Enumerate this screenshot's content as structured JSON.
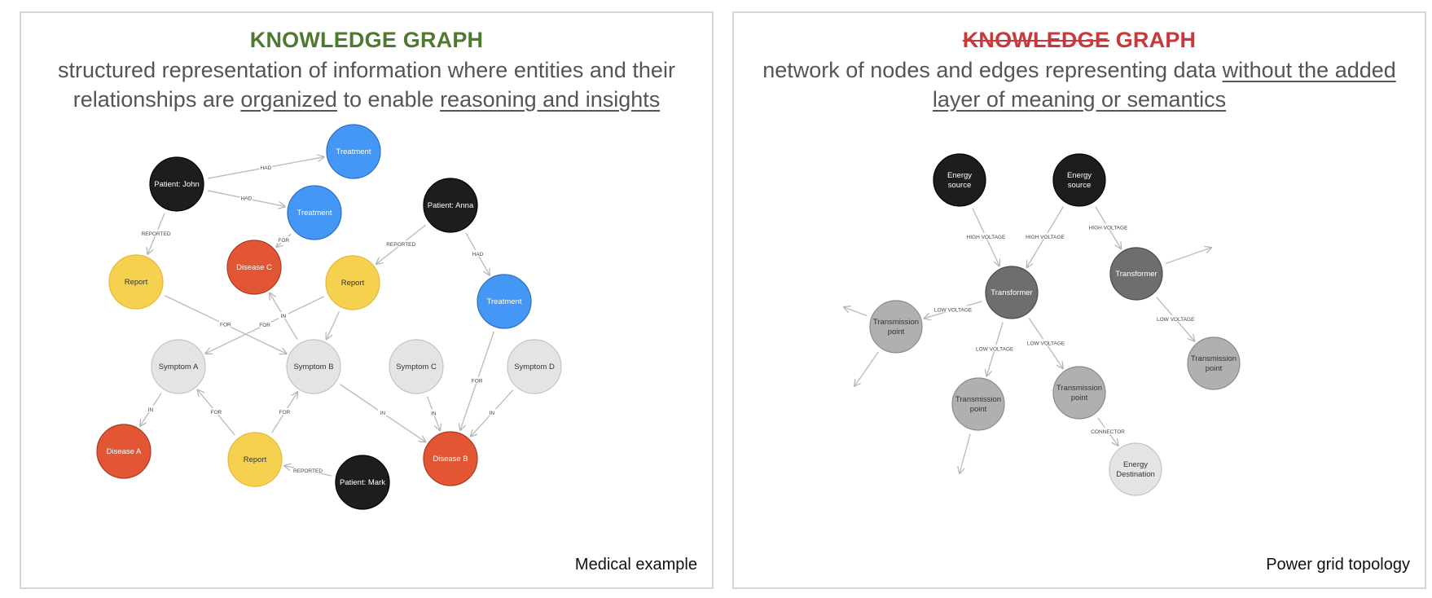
{
  "left": {
    "title": "KNOWLEDGE GRAPH",
    "desc_1": "structured representation of information where entities and their relationships are ",
    "desc_u1": "organized",
    "desc_2": " to enable ",
    "desc_u2": "reasoning and insights",
    "caption": "Medical example",
    "nodes": [
      {
        "id": "john",
        "label": "Patient: John",
        "kind": "patient"
      },
      {
        "id": "t1",
        "label": "Treatment",
        "kind": "treatment"
      },
      {
        "id": "t2",
        "label": "Treatment",
        "kind": "treatment"
      },
      {
        "id": "anna",
        "label": "Patient: Anna",
        "kind": "patient"
      },
      {
        "id": "r1",
        "label": "Report",
        "kind": "report"
      },
      {
        "id": "dc",
        "label": "Disease C",
        "kind": "disease"
      },
      {
        "id": "r2",
        "label": "Report",
        "kind": "report"
      },
      {
        "id": "t3",
        "label": "Treatment",
        "kind": "treatment"
      },
      {
        "id": "sa",
        "label": "Symptom A",
        "kind": "symptom"
      },
      {
        "id": "sb",
        "label": "Symptom B",
        "kind": "symptom"
      },
      {
        "id": "sc",
        "label": "Symptom C",
        "kind": "symptom"
      },
      {
        "id": "sd",
        "label": "Symptom D",
        "kind": "symptom"
      },
      {
        "id": "da",
        "label": "Disease A",
        "kind": "disease"
      },
      {
        "id": "r3",
        "label": "Report",
        "kind": "report"
      },
      {
        "id": "mark",
        "label": "Patient: Mark",
        "kind": "patient"
      },
      {
        "id": "db",
        "label": "Disease B",
        "kind": "disease"
      }
    ],
    "edges": [
      {
        "from": "john",
        "to": "t1",
        "label": "HAD"
      },
      {
        "from": "john",
        "to": "t2",
        "label": "HAD"
      },
      {
        "from": "john",
        "to": "r1",
        "label": "REPORTED"
      },
      {
        "from": "t2",
        "to": "dc",
        "label": "FOR"
      },
      {
        "from": "anna",
        "to": "r2",
        "label": "REPORTED"
      },
      {
        "from": "anna",
        "to": "t3",
        "label": "HAD"
      },
      {
        "from": "r1",
        "to": "sb",
        "label": "FOR"
      },
      {
        "from": "r2",
        "to": "sa",
        "label": "FOR"
      },
      {
        "from": "r2",
        "to": "sb",
        "label": ""
      },
      {
        "from": "sb",
        "to": "dc",
        "label": "IN"
      },
      {
        "from": "t3",
        "to": "db",
        "label": "FOR"
      },
      {
        "from": "sa",
        "to": "da",
        "label": "IN"
      },
      {
        "from": "r3",
        "to": "sa",
        "label": "FOR"
      },
      {
        "from": "r3",
        "to": "sb",
        "label": "FOR"
      },
      {
        "from": "sb",
        "to": "db",
        "label": "IN"
      },
      {
        "from": "sc",
        "to": "db",
        "label": "IN"
      },
      {
        "from": "sd",
        "to": "db",
        "label": "IN"
      },
      {
        "from": "mark",
        "to": "r3",
        "label": "REPORTED"
      }
    ]
  },
  "right": {
    "title_struck": "KNOWLEDGE",
    "title_rest": "GRAPH",
    "desc_1": "network of nodes and edges representing data ",
    "desc_u1": "without the added layer of meaning or semantics",
    "caption": "Power grid topology",
    "nodes": [
      {
        "id": "es1",
        "label": "Energy\nsource",
        "kind": "source"
      },
      {
        "id": "es2",
        "label": "Energy\nsource",
        "kind": "source"
      },
      {
        "id": "tr1",
        "label": "Transformer",
        "kind": "transformer"
      },
      {
        "id": "tr2",
        "label": "Transformer",
        "kind": "transformer"
      },
      {
        "id": "tp1",
        "label": "Transmission\npoint",
        "kind": "point"
      },
      {
        "id": "tp2",
        "label": "Transmission\npoint",
        "kind": "point"
      },
      {
        "id": "tp3",
        "label": "Transmission\npoint",
        "kind": "point"
      },
      {
        "id": "tp4",
        "label": "Transmission\npoint",
        "kind": "point"
      },
      {
        "id": "ed",
        "label": "Energy\nDestination",
        "kind": "destination"
      }
    ],
    "edges": [
      {
        "from": "es1",
        "to": "tr1",
        "label": "HIGH VOLTAGE"
      },
      {
        "from": "es2",
        "to": "tr1",
        "label": "HIGH VOLTAGE"
      },
      {
        "from": "es2",
        "to": "tr2",
        "label": "HIGH VOLTAGE"
      },
      {
        "from": "tr1",
        "to": "tp1",
        "label": "LOW VOLTAGE"
      },
      {
        "from": "tr1",
        "to": "tp2",
        "label": "LOW VOLTAGE"
      },
      {
        "from": "tr1",
        "to": "tp3",
        "label": "LOW VOLTAGE"
      },
      {
        "from": "tr2",
        "to": "tp4",
        "label": "LOW VOLTAGE"
      },
      {
        "from": "tp3",
        "to": "ed",
        "label": "CONNECTOR"
      },
      {
        "from": "tr2",
        "to": "out-tr2",
        "label": ""
      },
      {
        "from": "tp1",
        "to": "out-tp1a",
        "label": ""
      },
      {
        "from": "tp1",
        "to": "out-tp1b",
        "label": ""
      },
      {
        "from": "tp2",
        "to": "out-tp2",
        "label": ""
      }
    ]
  },
  "colors": {
    "patient": "#1d1d1d",
    "treatment": "#4597f5",
    "report": "#f6d04f",
    "disease": "#e25634",
    "symptom": "#e4e4e4",
    "source": "#1d1d1d",
    "transformer": "#6e6e6e",
    "point": "#b0b0b0",
    "destination": "#e4e4e4",
    "title_good": "#4e7a2f",
    "title_bad": "#c9383a"
  }
}
